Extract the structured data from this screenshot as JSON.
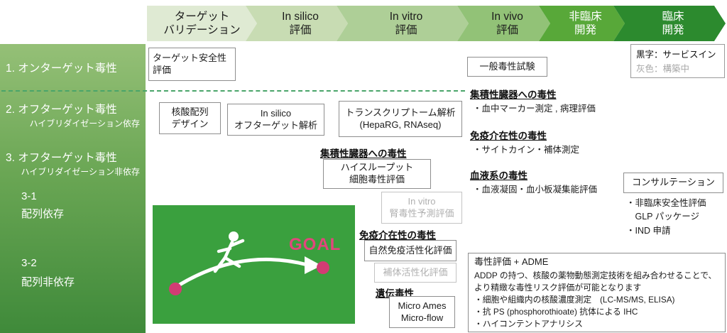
{
  "stages": [
    {
      "label": "ターゲット\nバリデーション"
    },
    {
      "label": "In silico\n評価"
    },
    {
      "label": "In vitro\n評価"
    },
    {
      "label": "In vivo\n評価"
    },
    {
      "label": "非臨床\n開発"
    },
    {
      "label": "臨床\n開発"
    }
  ],
  "sidebar": {
    "row1_title": "1. オンターゲット毒性",
    "row2_title": "2. オフターゲット毒性",
    "row2_subtitle": "ハイブリダイゼーション依存",
    "row3_title": "3. オフターゲット毒性",
    "row3_subtitle": "ハイブリダイゼーション非依存",
    "row4_num": "3-1",
    "row4_label": "配列依存",
    "row5_num": "3-2",
    "row5_label": "配列非依存"
  },
  "legend": {
    "black_line": "黒字：サービスイン",
    "gray_line": "灰色：構築中"
  },
  "boxes": {
    "target_safety": "ターゲット安全性\n評価",
    "general_tox": "一般毒性試験",
    "seq_design": "核酸配列\nデザイン",
    "insilico_offtarget": "In silico\nオフターゲット解析",
    "transcriptome": "トランスクリプトーム解析\n(HepaRG, RNAseq)",
    "high_throughput": "ハイスループット\n細胞毒性評価",
    "kidney_pred": "In vitro\n腎毒性予測評価",
    "innate_immune": "自然免疫活性化評価",
    "complement": "補体活性化評価",
    "micro_ames": "Micro Ames\nMicro-flow",
    "consultation": "コンサルテーション"
  },
  "headers": {
    "accum_organ_vivo": "集積性臓器への毒性",
    "accum_organ_vivo_note": "・血中マーカー測定 , 病理評価",
    "immune_vivo": "免疫介在性の毒性",
    "immune_vivo_note": "・サイトカイン・補体測定",
    "blood": "血液系の毒性",
    "blood_note": "・血液凝固・血小板凝集能評価",
    "accum_organ_vitro": "集積性臓器への毒性",
    "immune_vitro": "免疫介在性の毒性",
    "genotox": "遺伝毒性"
  },
  "consultation_notes": "・非臨床安全性評価\n　GLP パッケージ\n・IND 申請",
  "adme": {
    "title": "毒性評価 + ADME",
    "body": "ADDP の持つ、核酸の薬物動態測定技術を組み合わせることで、\nより精緻な毒性リスク評価が可能となります",
    "bullets": "・細胞や組織内の核酸濃度測定　(LC-MS/MS, ELISA)\n・抗 PS (phosphorothioate) 抗体による IHC\n・ハイコンテントアナリシス"
  },
  "goal_label": "GOAL",
  "colors": {
    "stage_fills": [
      "#dfead3",
      "#c8dcb3",
      "#aecf97",
      "#92c277",
      "#58a839",
      "#2c8a2e"
    ],
    "sidebar_top": "#95c077",
    "sidebar_bottom": "#3f8a3a",
    "illustration_green": "#3aa03e",
    "goal_pink": "#e2477c",
    "under_construction_gray": "#b0b0b0",
    "divider_green": "#4aa56a"
  }
}
